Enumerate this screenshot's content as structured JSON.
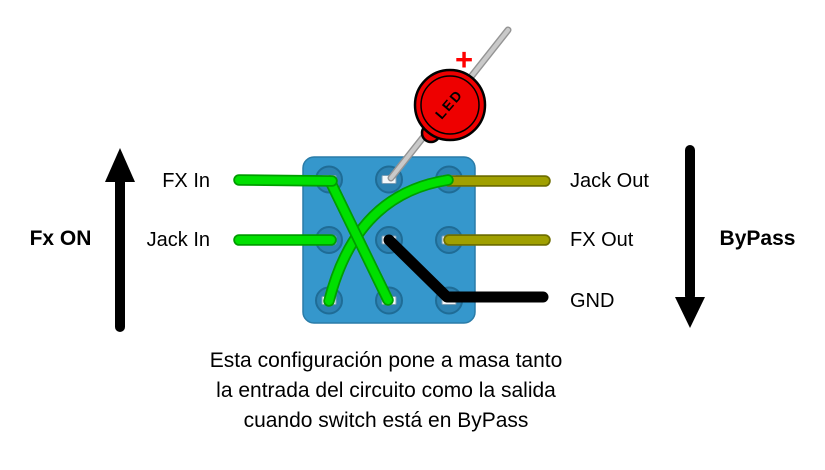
{
  "labels": {
    "fx_in": "FX In",
    "jack_in": "Jack In",
    "jack_out": "Jack Out",
    "fx_out": "FX Out",
    "gnd": "GND",
    "fx_on": "Fx ON",
    "bypass": "ByPass"
  },
  "led": {
    "label": "LED",
    "polarity": "+"
  },
  "caption": {
    "line1": "Esta configuración pone a masa tanto",
    "line2": "la entrada del circuito como la salida",
    "line3": "cuando switch está en ByPass"
  },
  "colors": {
    "wire_green": "#00e000",
    "wire_green_border": "#009d00",
    "wire_olive": "#a0a000",
    "wire_olive_border": "#6f6f00",
    "wire_black": "#000000",
    "wire_gray": "#c9c9c9",
    "wire_gray_border": "#949494",
    "switch_body": "#3597cc",
    "switch_border": "#2a7ca8",
    "pin_fill": "#2d82b2",
    "pin_border": "#1f6c96",
    "pin_slot": "#f4f8fa",
    "led_red": "#ee0000",
    "plus_red": "#ff0000",
    "arrow_black": "#000000"
  }
}
